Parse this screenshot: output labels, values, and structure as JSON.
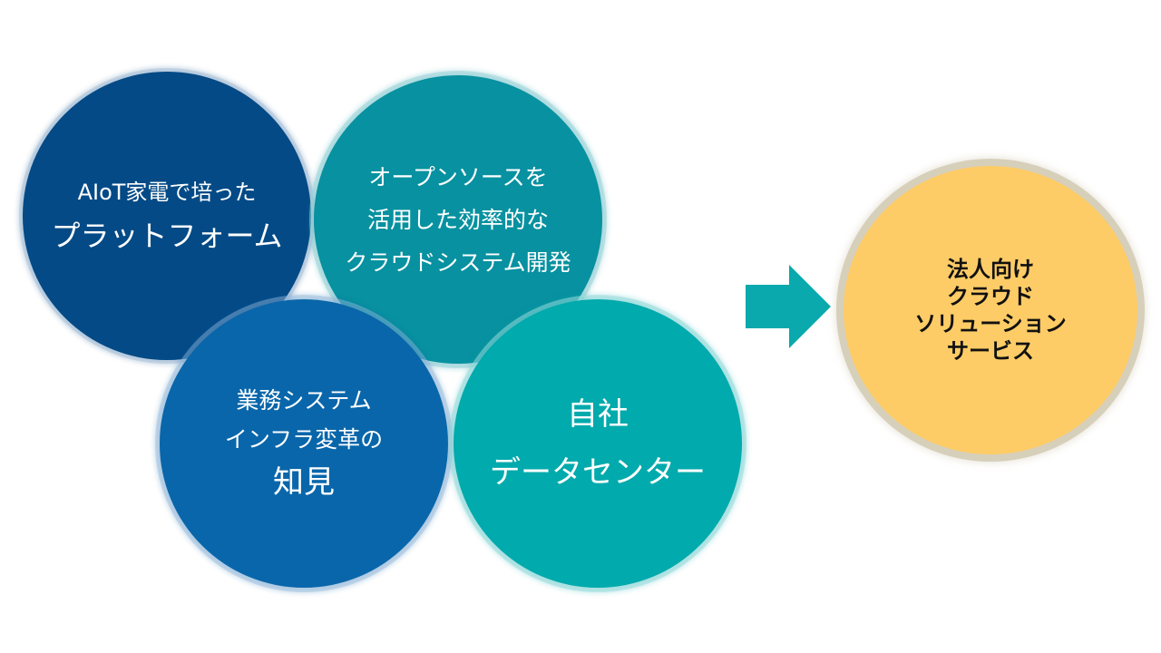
{
  "circles": {
    "platform": {
      "line1": "AIoT家電で培った",
      "line2": "プラットフォーム"
    },
    "opensource": {
      "line1": "オープンソースを",
      "line2": "活用した効率的な",
      "line3": "クラウドシステム開発"
    },
    "infra": {
      "line1": "業務システム",
      "line2": "インフラ変革の",
      "line3": "知見"
    },
    "datacenter": {
      "line1": "自社",
      "line2": "データセンター"
    }
  },
  "result": {
    "line1": "法人向け",
    "line2": "クラウド",
    "line3": "ソリューション",
    "line4": "サービス"
  },
  "colors": {
    "platform": "#044a86",
    "opensource": "#0891a0",
    "infra": "#0966aa",
    "datacenter": "#01aaac",
    "arrow": "#0aa9ad",
    "result": "#fecc66",
    "result_border": "#d6cfba"
  },
  "icons": {
    "arrow": "right-arrow-icon"
  }
}
